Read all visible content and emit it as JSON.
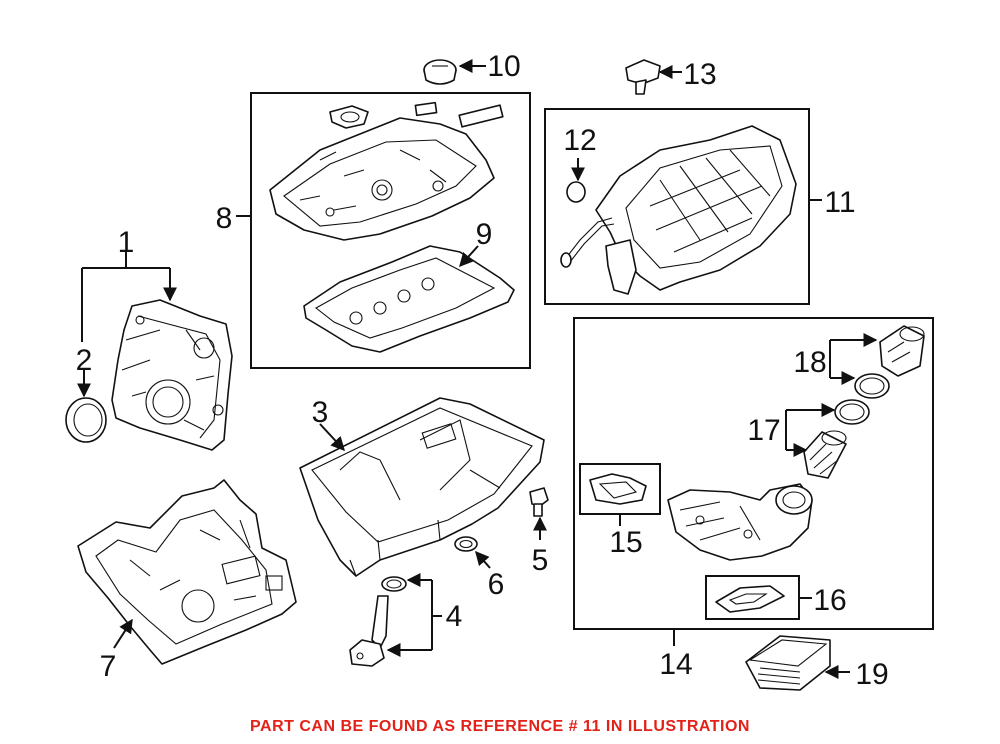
{
  "callouts": [
    {
      "id": "1",
      "label": "1"
    },
    {
      "id": "2",
      "label": "2"
    },
    {
      "id": "3",
      "label": "3"
    },
    {
      "id": "4",
      "label": "4"
    },
    {
      "id": "5",
      "label": "5"
    },
    {
      "id": "6",
      "label": "6"
    },
    {
      "id": "7",
      "label": "7"
    },
    {
      "id": "8",
      "label": "8"
    },
    {
      "id": "9",
      "label": "9"
    },
    {
      "id": "10",
      "label": "10"
    },
    {
      "id": "11",
      "label": "11"
    },
    {
      "id": "12",
      "label": "12"
    },
    {
      "id": "13",
      "label": "13"
    },
    {
      "id": "14",
      "label": "14"
    },
    {
      "id": "15",
      "label": "15"
    },
    {
      "id": "16",
      "label": "16"
    },
    {
      "id": "17",
      "label": "17"
    },
    {
      "id": "18",
      "label": "18"
    },
    {
      "id": "19",
      "label": "19"
    }
  ],
  "footer": {
    "note": "PART CAN BE FOUND AS REFERENCE # 11 IN ILLUSTRATION",
    "color": "#e32119"
  }
}
